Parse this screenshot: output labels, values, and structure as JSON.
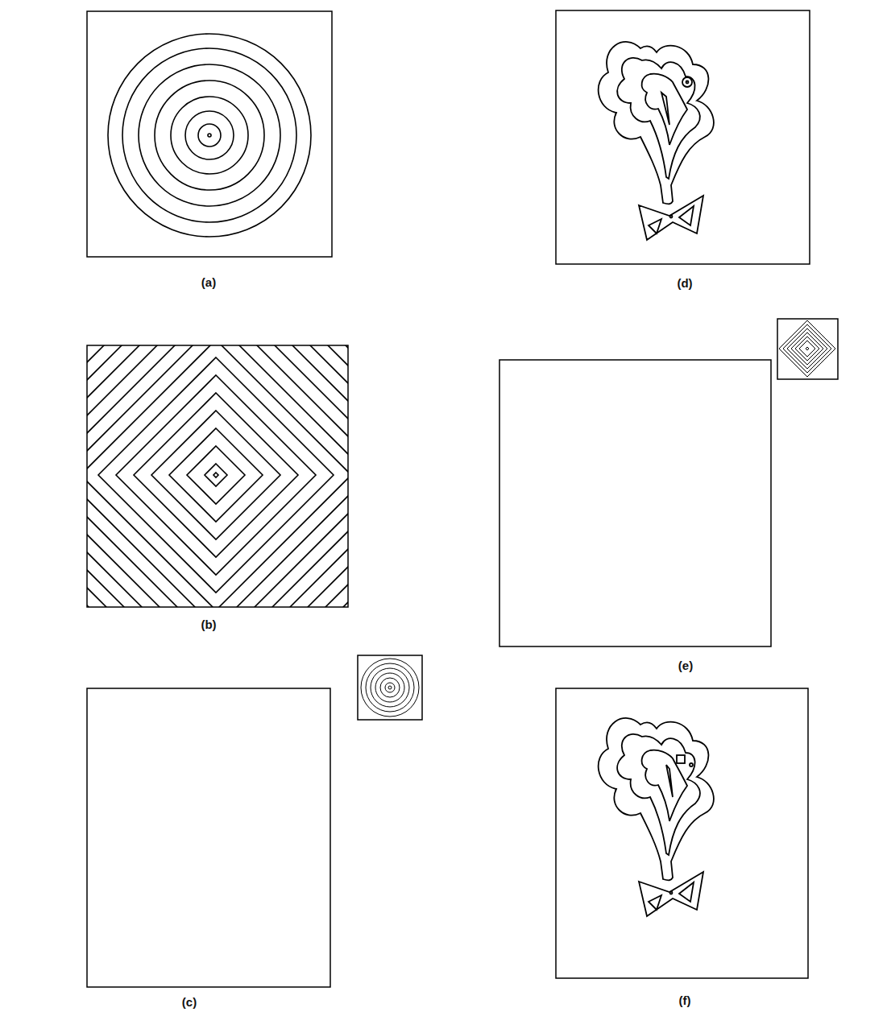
{
  "diagram": {
    "labels": [
      "(a)",
      "(d)",
      "(b)",
      "(e)",
      "(c)",
      "(f)"
    ]
  }
}
